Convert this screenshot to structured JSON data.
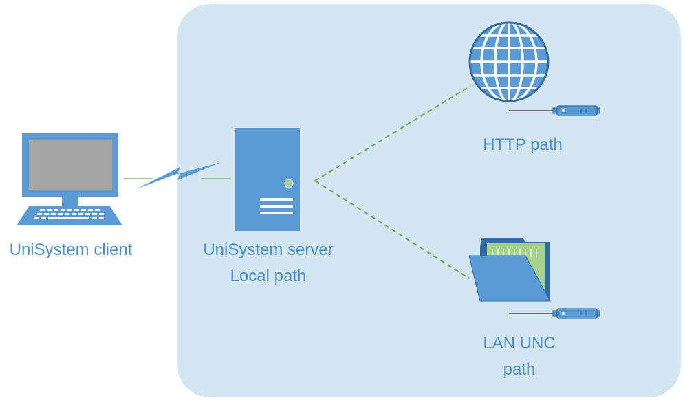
{
  "colors": {
    "zone_fill": "#d5e6f3",
    "icon_blue": "#5b9bd5",
    "icon_dark": "#2f6aa5",
    "label_blue": "#4a90cf",
    "link_green": "#6aa84f",
    "folder_paper": "#a9d18e",
    "screen_gray": "#a6a6a6"
  },
  "nodes": {
    "client": {
      "label": "UniSystem client",
      "icon": "desktop-computer-icon"
    },
    "server": {
      "label_line1": "UniSystem server",
      "label_line2": "Local path",
      "icon": "server-tower-icon"
    },
    "http": {
      "label": "HTTP path",
      "icon": "globe-icon",
      "badge_icon": "drive-connector-icon"
    },
    "lan": {
      "label_line1": "LAN UNC",
      "label_line2": "path",
      "icon": "folder-icon",
      "badge_icon": "drive-connector-icon"
    }
  },
  "links": [
    {
      "from": "client",
      "to": "server",
      "style": "lightning-link"
    },
    {
      "from": "server",
      "to": "http",
      "style": "dashed"
    },
    {
      "from": "server",
      "to": "lan",
      "style": "dashed"
    }
  ]
}
